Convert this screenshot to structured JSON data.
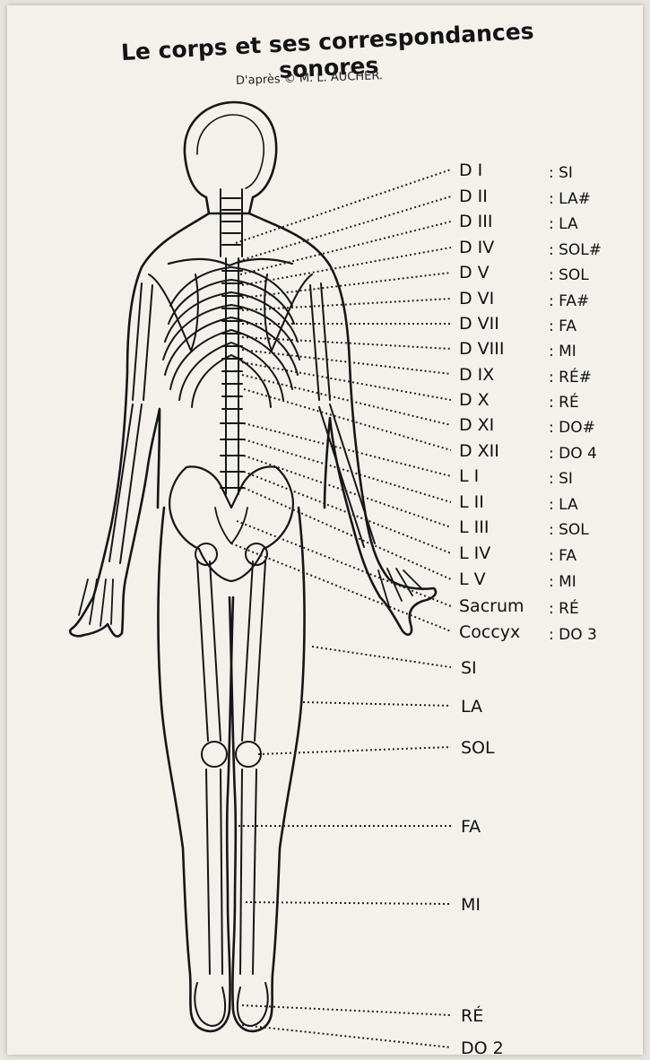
{
  "title": "Le corps et ses correspondances sonores",
  "subtitle": "D'après © M. L. AUCHER.",
  "vertebrae": [
    {
      "label": "D I",
      "note": ": SI"
    },
    {
      "label": "D II",
      "note": ": LA#"
    },
    {
      "label": "D III",
      "note": ": LA"
    },
    {
      "label": "D IV",
      "note": ": SOL#"
    },
    {
      "label": "D V",
      "note": ": SOL"
    },
    {
      "label": "D VI",
      "note": ": FA#"
    },
    {
      "label": "D VII",
      "note": ": FA"
    },
    {
      "label": "D VIII",
      "note": ": MI"
    },
    {
      "label": "D IX",
      "note": ": RÉ#"
    },
    {
      "label": "D X",
      "note": ": RÉ"
    },
    {
      "label": "D XI",
      "note": ": DO#"
    },
    {
      "label": "D XII",
      "note": ": DO 4"
    },
    {
      "label": "L I",
      "note": ": SI"
    },
    {
      "label": "L II",
      "note": ": LA"
    },
    {
      "label": "L III",
      "note": ": SOL"
    },
    {
      "label": "L IV",
      "note": ": FA"
    },
    {
      "label": "L V",
      "note": ": MI"
    },
    {
      "label": "Sacrum",
      "note": ": RÉ"
    },
    {
      "label": "Coccyx",
      "note": ": DO 3"
    }
  ],
  "legs": [
    "SI",
    "LA",
    "SOL",
    "FA",
    "MI",
    "RÉ",
    "DO 2"
  ]
}
